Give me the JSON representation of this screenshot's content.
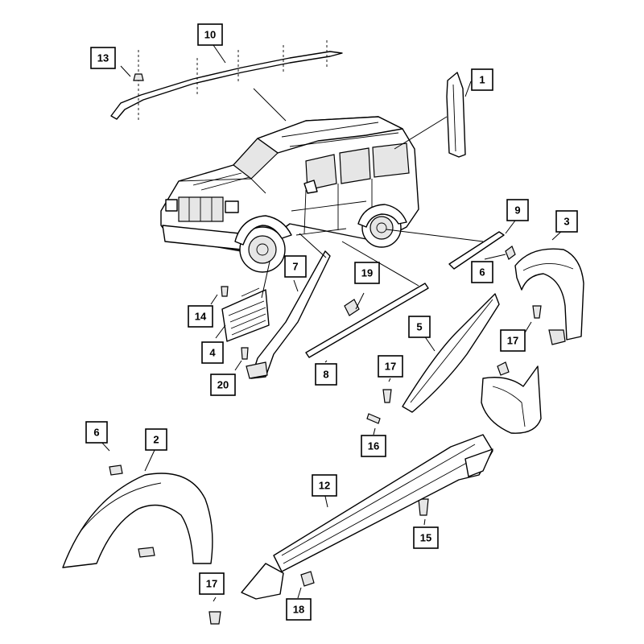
{
  "callouts": [
    {
      "id": "c1",
      "label": "1"
    },
    {
      "id": "c2",
      "label": "2"
    },
    {
      "id": "c3",
      "label": "3"
    },
    {
      "id": "c4",
      "label": "4"
    },
    {
      "id": "c5",
      "label": "5"
    },
    {
      "id": "c6a",
      "label": "6"
    },
    {
      "id": "c6b",
      "label": "6"
    },
    {
      "id": "c7",
      "label": "7"
    },
    {
      "id": "c8",
      "label": "8"
    },
    {
      "id": "c9",
      "label": "9"
    },
    {
      "id": "c10",
      "label": "10"
    },
    {
      "id": "c12",
      "label": "12"
    },
    {
      "id": "c13",
      "label": "13"
    },
    {
      "id": "c14",
      "label": "14"
    },
    {
      "id": "c15",
      "label": "15"
    },
    {
      "id": "c16",
      "label": "16"
    },
    {
      "id": "c17a",
      "label": "17"
    },
    {
      "id": "c17b",
      "label": "17"
    },
    {
      "id": "c17c",
      "label": "17"
    },
    {
      "id": "c18",
      "label": "18"
    },
    {
      "id": "c19",
      "label": "19"
    },
    {
      "id": "c20",
      "label": "20"
    }
  ]
}
